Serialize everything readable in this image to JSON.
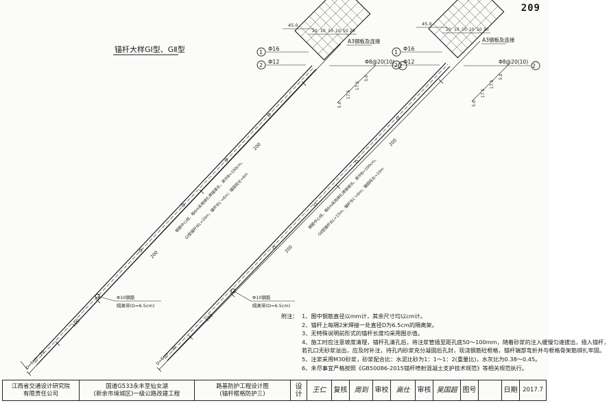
{
  "sheet": {
    "number": "209"
  },
  "diagram": {
    "title": "锚杆大样GⅠ型、GⅡ型",
    "left_detail": {
      "callouts": [
        {
          "num": "1",
          "label": "Φ16"
        },
        {
          "num": "2",
          "label": "Φ12"
        }
      ],
      "plate_label": "A3钢板及连接",
      "bolt_label": "Φ8@20(10)",
      "bar_note": "钢筋中心线，每6m采用绑扎焊接接长，其中B=100cm。",
      "rod_text": "GⅠ型锚杆长L=10m，锚杆长L'=6m；锚固段长=6m",
      "sleeve_label": "Φ10钢筋",
      "sleeve_spacing": "隔离带(D=6.5cm)",
      "dims_top": [
        "20",
        "10",
        "10",
        "10",
        "10",
        "20"
      ],
      "dims_top_total": "45.0",
      "dims_side": [
        "5.0",
        "17.5",
        "17.5",
        "5.0"
      ],
      "dim_seg_a": "200",
      "dim_seg_b": "200",
      "dim_seg_c": "100",
      "dim_end": "20",
      "dim_dia": "D=6cm"
    },
    "right_detail": {
      "callouts": [
        {
          "num": "1",
          "label": "Φ16"
        },
        {
          "num": "2",
          "label": "Φ12"
        }
      ],
      "plate_label": "A3钢板及连接",
      "bolt_label": "Φ8@20(10)",
      "bar_note": "钢筋中心线，每6m采用绑扎焊接接长，其中B=100cm。",
      "rod_text": "GⅡ型锚杆长L=15m，锚杆长L'=6m；锚固段长=10m",
      "sleeve_label": "Φ10钢筋",
      "sleeve_spacing": "隔离带(D=6.5cm)",
      "dims_top": [
        "20",
        "10",
        "10",
        "10",
        "10",
        "20"
      ],
      "dims_top_total": "45.0",
      "dims_side": [
        "5.0",
        "17.5",
        "17.5",
        "5.0"
      ],
      "dim_seg_a": "200",
      "dim_seg_b": "200",
      "dim_seg_c": "100",
      "dim_end": "20",
      "dim_dia": "D=6cm"
    }
  },
  "notes": {
    "label": "附注：",
    "items": [
      "1、图中钢筋直径以mm计，其余尺寸均以cm计。",
      "2、锚杆上每隔2米焊接一处直径D为6.5cm的隔离架。",
      "3、无特殊说明前形式的锚杆长度均采用图示值。",
      "4、施工时应注意坡度清理，锚杆孔清孔后，将注浆管插至距孔底50～100mm，随着砂浆的注入缓慢匀速拔出，插入锚杆，",
      "    若孔口无砂浆溢出，应及时补注，待孔内砂浆充分凝固后孔封，现浇钢筋砼框格，锚杆端部弯折并与框格骨架筋绑扎牢固。",
      "5、注浆采用M30砂浆，砂浆配合比：水泥比砂为1：1～1：2(重量比)，水灰比为0.38～0.45。",
      "6、未尽事宜严格按照《GB50086-2015锚杆喷射混凝土支护技术规范》等相关规范执行。"
    ]
  },
  "title_block": {
    "company": [
      "江西省交通设计研究院",
      "有限责任公司"
    ],
    "project": [
      "国道G533永丰至仙女湖",
      "(新余市境城区)一级公路改建工程"
    ],
    "drawing": [
      "路基防护工程设计图",
      "(锚杆框格防护三)"
    ],
    "design_label": "设计",
    "design_sig": "王仁",
    "review_label": "复核",
    "review_sig": "周到",
    "check_label": "审校",
    "check_sig": "高仕",
    "approve_label": "审核",
    "approve_sig": "吴国超",
    "drawing_no_label": "图号",
    "drawing_no": "",
    "date_label": "日期",
    "date": "2017.7"
  }
}
